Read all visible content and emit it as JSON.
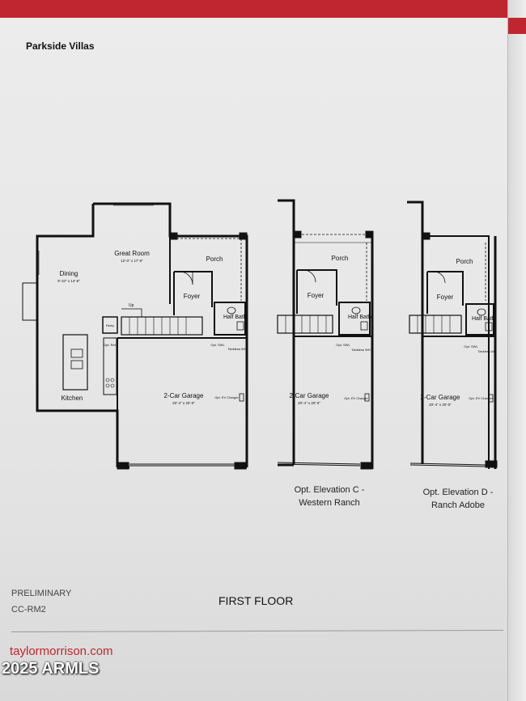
{
  "header": {
    "community": "Parkside Villas"
  },
  "main_plan": {
    "rooms": {
      "great_room": "Great Room",
      "great_room_dim": "12'-0\" x 17'-6\"",
      "dining": "Dining",
      "dining_dim": "9'-10\" x 14'-8\"",
      "porch": "Porch",
      "foyer": "Foyer",
      "half_bath": "Half Bath",
      "pantry": "Pantry",
      "kitchen": "Kitchen",
      "opt_ref": "Opt. Ref.",
      "opt_swl": "Opt. SWL",
      "tankless": "Tankless WH",
      "garage": "2-Car Garage",
      "garage_dim": "20'-4\" x 20'-0\"",
      "ev": "Opt. EV Charger",
      "up": "Up"
    }
  },
  "elevation_c": {
    "rooms": {
      "porch": "Porch",
      "foyer": "Foyer",
      "half_bath": "Half Bath",
      "opt_swl": "Opt. SWL",
      "tankless": "Tankless WH",
      "garage": "2-Car Garage",
      "garage_dim": "20'-4\" x 20'-0\"",
      "ev": "Opt. EV Charger"
    },
    "caption_line1": "Opt. Elevation C -",
    "caption_line2": "Western Ranch"
  },
  "elevation_d": {
    "rooms": {
      "porch": "Porch",
      "foyer": "Foyer",
      "half_bath": "Half Bath",
      "opt_swl": "Opt. SWL",
      "tankless": "Tankless WH",
      "garage": "2-Car Garage",
      "garage_dim": "20'-4\" x 20'-0\"",
      "ev": "Opt. EV Charger"
    },
    "caption_line1": "Opt. Elevation D -",
    "caption_line2": "Ranch Adobe"
  },
  "footer": {
    "status": "PRELIMINARY",
    "plan_code": "CC-RM2",
    "floor_label": "FIRST FLOOR",
    "website": "taylormorrison.com",
    "copyright": "2025 ARMLS"
  },
  "colors": {
    "brand_red": "#c0262f",
    "wall": "#111111"
  }
}
